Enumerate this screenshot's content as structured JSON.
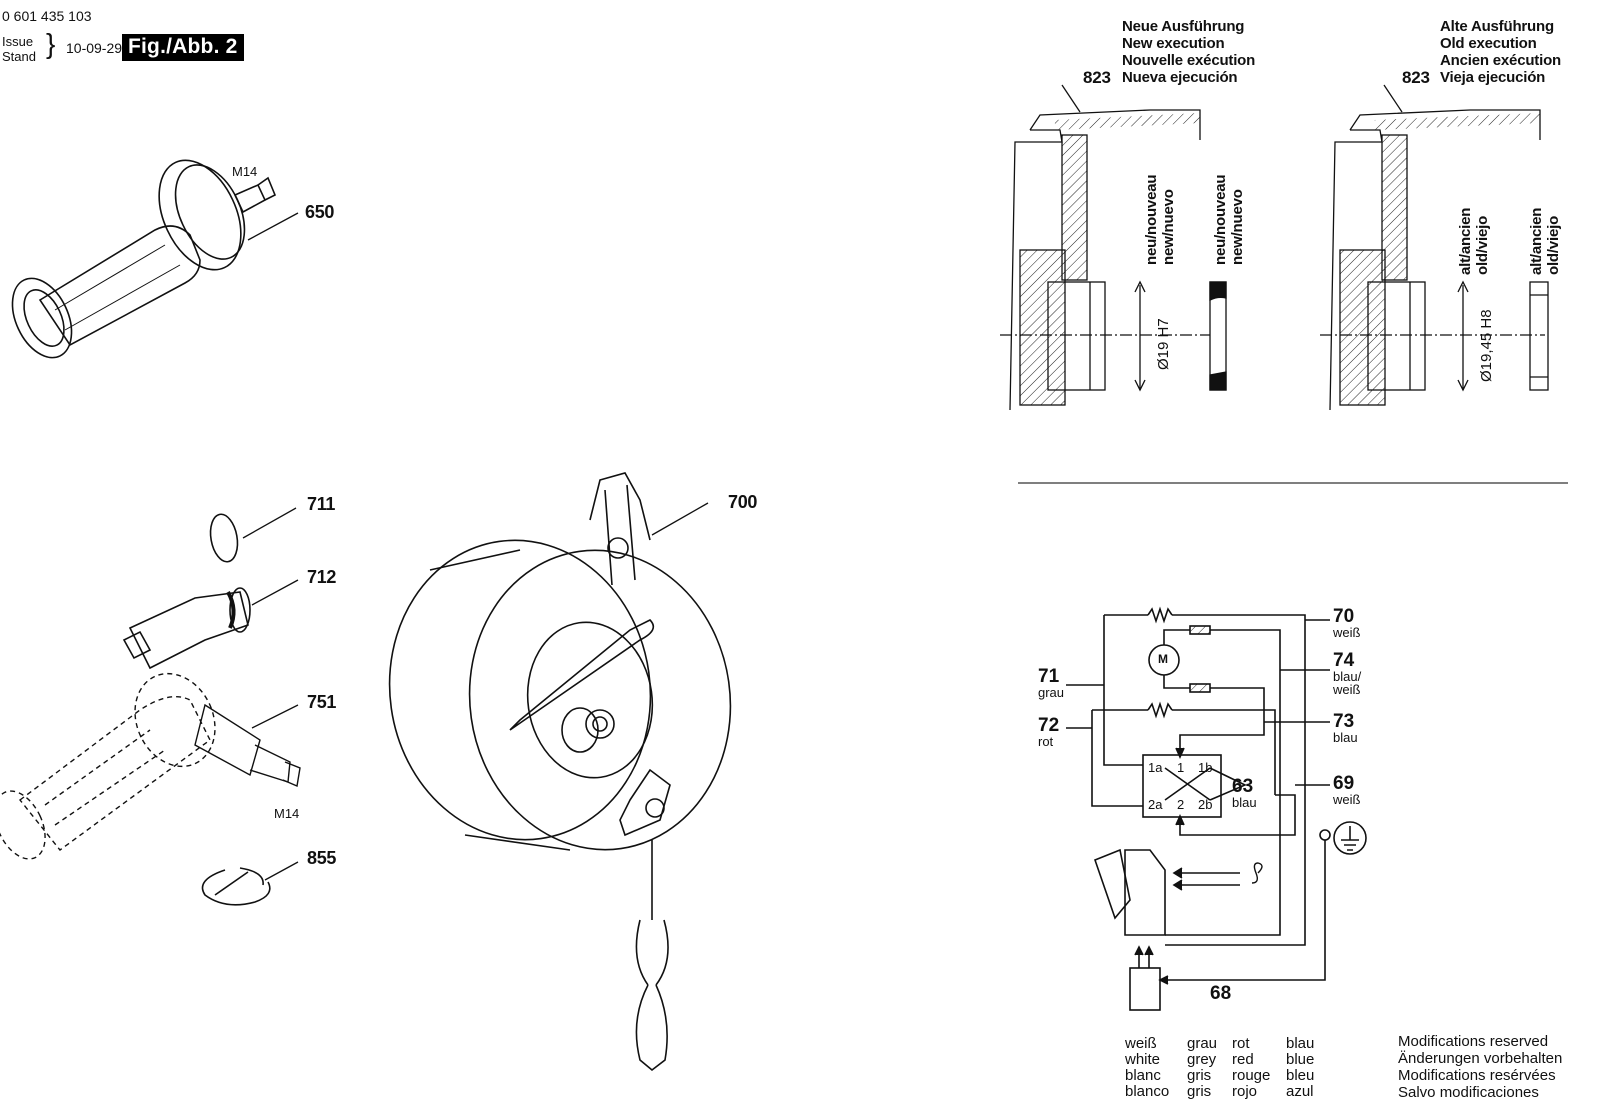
{
  "header": {
    "part_number": "0 601 435 103",
    "issue_label_1": "Issue",
    "issue_label_2": "Stand",
    "issue_date": "10-09-29",
    "figure_label": "Fig./Abb. 2"
  },
  "parts": {
    "p650": "650",
    "p711": "711",
    "p712": "712",
    "p751": "751",
    "p855": "855",
    "p700": "700",
    "thread_top": "M14",
    "thread_bottom": "M14"
  },
  "execution": {
    "new_ref": "823",
    "new_lines": [
      "Neue Ausführung",
      "New execution",
      "Nouvelle exécution",
      "Nueva ejecución"
    ],
    "old_ref": "823",
    "old_lines": [
      "Alte Ausführung",
      "Old execution",
      "Ancien exécution",
      "Vieja ejecución"
    ],
    "new_label_a1": "neu/nouveau",
    "new_label_a2": "new/nuevo",
    "new_label_b1": "neu/nouveau",
    "new_label_b2": "new/nuevo",
    "new_dim": "Ø19 H7",
    "old_label_a1": "alt/ancien",
    "old_label_a2": "old/viejo",
    "old_label_b1": "alt/ancien",
    "old_label_b2": "old/viejo",
    "old_dim": "Ø19,45 H8"
  },
  "wiring": {
    "w70": "70",
    "w70_color": "weiß",
    "w74": "74",
    "w74_color_1": "blau/",
    "w74_color_2": "weiß",
    "w73": "73",
    "w73_color": "blau",
    "w69": "69",
    "w69_color": "weiß",
    "w71": "71",
    "w71_color": "grau",
    "w72": "72",
    "w72_color": "rot",
    "w63": "63",
    "w63_color": "blau",
    "w68": "68",
    "motor": "M",
    "term_1a": "1a",
    "term_1": "1",
    "term_1b": "1b",
    "term_2a": "2a",
    "term_2": "2",
    "term_2b": "2b",
    "speed_symbol": "S"
  },
  "legend": {
    "col1": [
      "weiß",
      "white",
      "blanc",
      "blanco"
    ],
    "col2": [
      "grau",
      "grey",
      "gris",
      "gris"
    ],
    "col3": [
      "rot",
      "red",
      "rouge",
      "rojo"
    ],
    "col4": [
      "blau",
      "blue",
      "bleu",
      "azul"
    ]
  },
  "modifications": [
    "Modifications reserved",
    "Änderungen vorbehalten",
    "Modifications resérvées",
    "Salvo modificaciones"
  ]
}
